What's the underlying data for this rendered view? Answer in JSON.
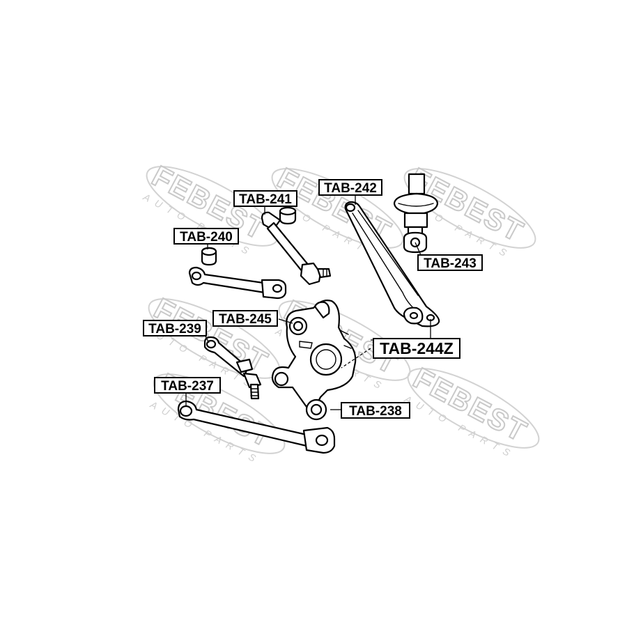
{
  "watermark": {
    "brand": "FEBEST",
    "tagline": "AUTO PARTS"
  },
  "callouts": {
    "tab_237": "TAB-237",
    "tab_238": "TAB-238",
    "tab_239": "TAB-239",
    "tab_240": "TAB-240",
    "tab_241": "TAB-241",
    "tab_242": "TAB-242",
    "tab_243": "TAB-243",
    "tab_244z": "TAB-244Z",
    "tab_245": "TAB-245"
  },
  "colors": {
    "line": "#000000",
    "background": "#ffffff",
    "watermark": "#c9c9c9"
  }
}
